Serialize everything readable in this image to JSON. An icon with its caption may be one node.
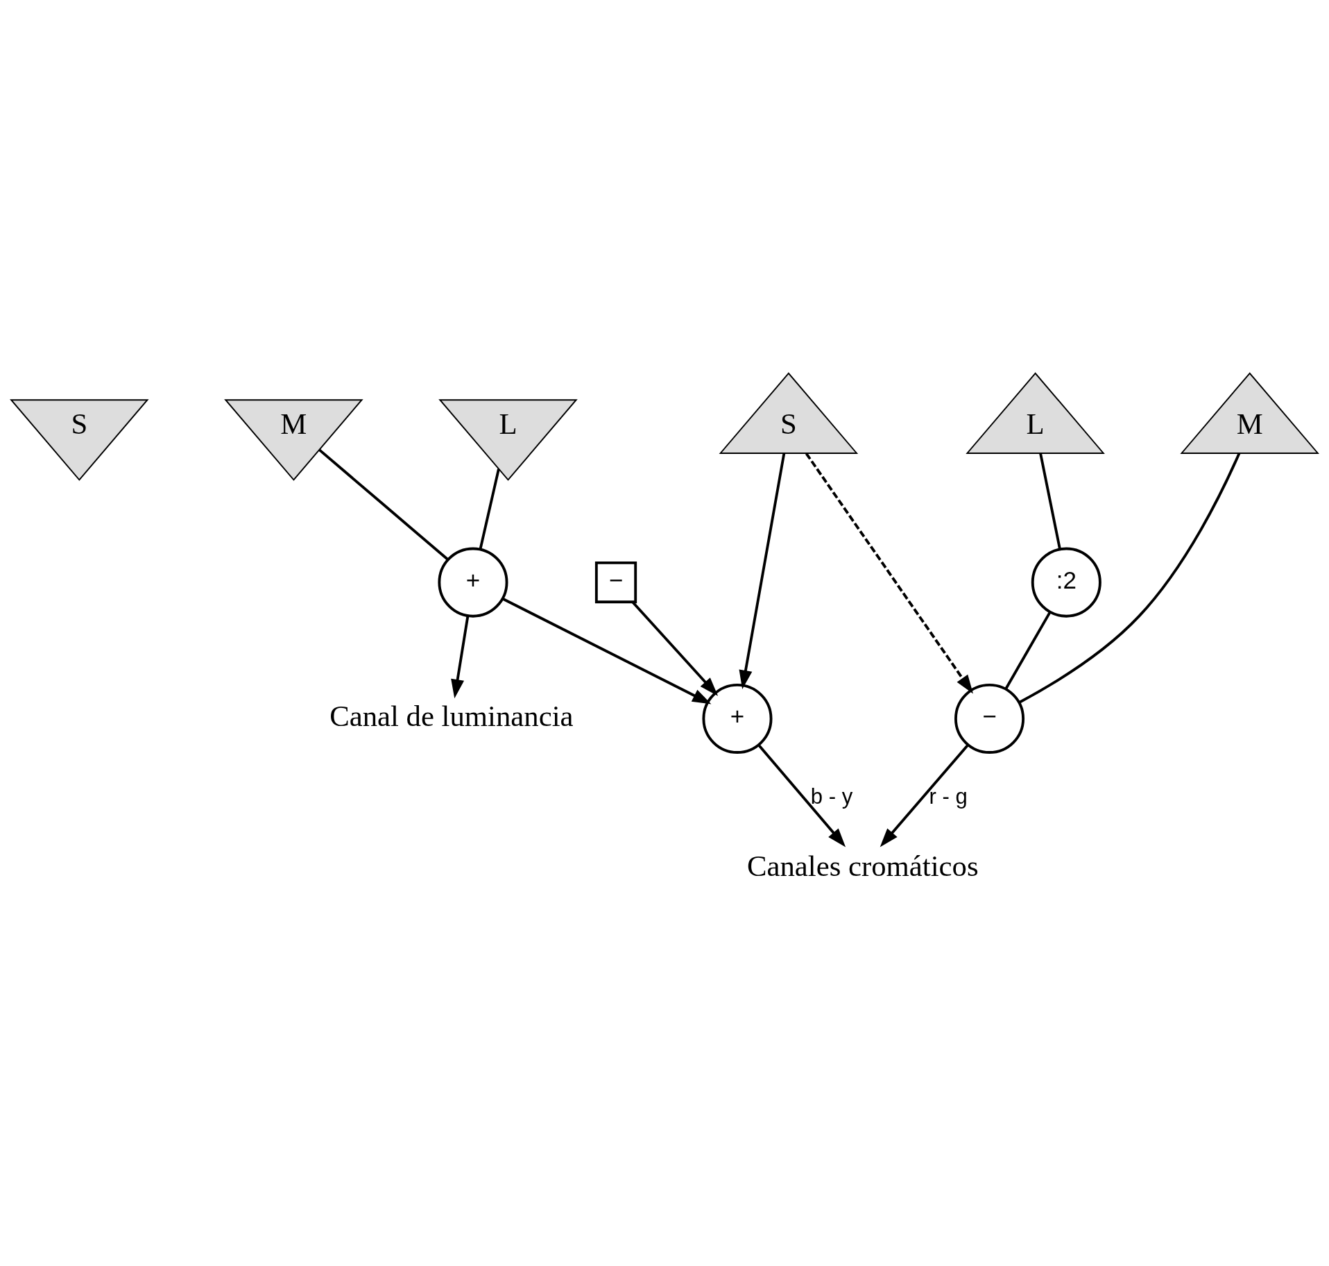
{
  "diagram": {
    "nodes": [
      {
        "text": [
          "S"
        ]
      },
      {
        "text": [
          "M"
        ]
      },
      {
        "text": [
          "L"
        ]
      },
      {
        "text": [
          "+"
        ]
      },
      {
        "text": [
          "−"
        ]
      },
      {
        "text": [
          "+"
        ]
      },
      {
        "text": [
          "−"
        ]
      },
      {
        "text": [
          ":2"
        ]
      },
      {
        "text": [
          "S"
        ]
      },
      {
        "text": [
          "M"
        ]
      },
      {
        "text": [
          "L"
        ]
      },
      {
        "text": [
          "Canal de luminancia"
        ]
      },
      {
        "text": [
          "Canales cromáticos"
        ]
      }
    ],
    "edges": [
      {
        "from": 1,
        "to": 3,
        "arrow": "none"
      },
      {
        "from": 2,
        "to": 3,
        "arrow": "none"
      },
      {
        "from": 3,
        "to": 11,
        "arrow": "to"
      },
      {
        "from": 3,
        "to": 5,
        "arrow": "to"
      },
      {
        "from": 4,
        "to": 5,
        "arrow": "to"
      },
      {
        "from": 8,
        "to": 5,
        "arrow": "to"
      },
      {
        "from": 8,
        "to": 6,
        "arrow": "to",
        "style": "dashed"
      },
      {
        "from": 5,
        "to": 12,
        "arrow": "to",
        "label": "b - y"
      },
      {
        "from": 6,
        "to": 12,
        "arrow": "to",
        "label": "r - g"
      },
      {
        "from": 9,
        "to": 6,
        "arrow": "none"
      },
      {
        "from": 7,
        "to": 6,
        "arrow": "none"
      },
      {
        "from": 10,
        "to": 7,
        "arrow": "none"
      }
    ]
  }
}
